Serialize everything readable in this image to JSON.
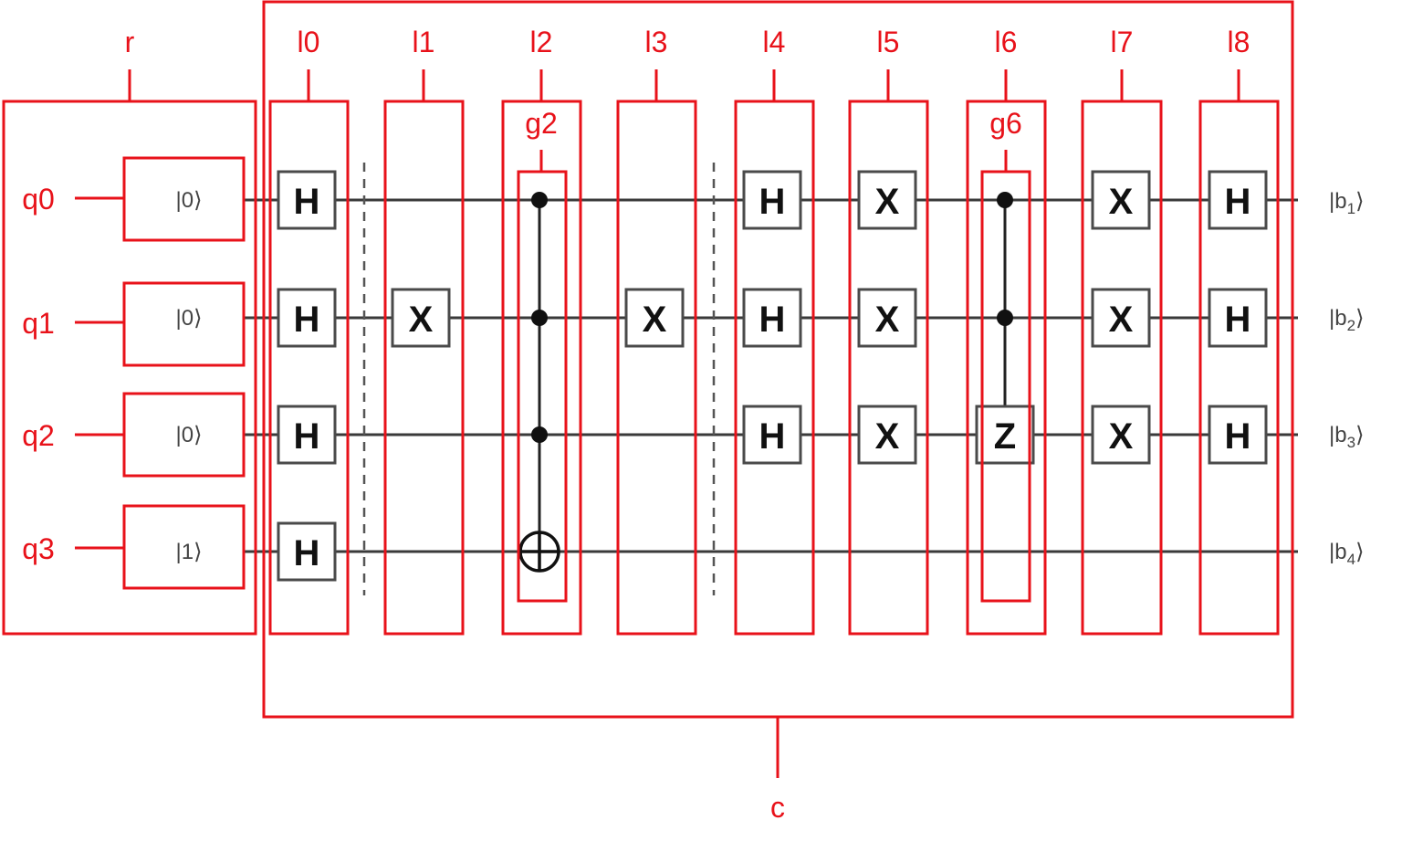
{
  "colors": {
    "annotation": "#e8121a",
    "wire": "#3a3a3a",
    "gate_border": "#4a4a4a",
    "gate_text": "#111111"
  },
  "labels": {
    "register": "r",
    "circuit": "c",
    "qubits": [
      "q0",
      "q1",
      "q2",
      "q3"
    ],
    "layers": [
      "l0",
      "l1",
      "l2",
      "l3",
      "l4",
      "l5",
      "l6",
      "l7",
      "l8"
    ],
    "groups": [
      "g2",
      "g6"
    ]
  },
  "inputs": [
    "|0⟩",
    "|0⟩",
    "|0⟩",
    "|1⟩"
  ],
  "outputs": [
    {
      "base": "|b",
      "sub": "1",
      "close": "⟩"
    },
    {
      "base": "|b",
      "sub": "2",
      "close": "⟩"
    },
    {
      "base": "|b",
      "sub": "3",
      "close": "⟩"
    },
    {
      "base": "|b",
      "sub": "4",
      "close": "⟩"
    }
  ],
  "gates": {
    "l0": [
      {
        "qubit": 0,
        "label": "H"
      },
      {
        "qubit": 1,
        "label": "H"
      },
      {
        "qubit": 2,
        "label": "H"
      },
      {
        "qubit": 3,
        "label": "H"
      }
    ],
    "l1": [
      {
        "qubit": 1,
        "label": "X"
      }
    ],
    "l2": [
      {
        "type": "multi-controlled-not",
        "controls": [
          0,
          1,
          2
        ],
        "target": 3
      }
    ],
    "l3": [
      {
        "qubit": 1,
        "label": "X"
      }
    ],
    "l4": [
      {
        "qubit": 0,
        "label": "H"
      },
      {
        "qubit": 1,
        "label": "H"
      },
      {
        "qubit": 2,
        "label": "H"
      }
    ],
    "l5": [
      {
        "qubit": 0,
        "label": "X"
      },
      {
        "qubit": 1,
        "label": "X"
      },
      {
        "qubit": 2,
        "label": "X"
      }
    ],
    "l6": [
      {
        "type": "controlled-z",
        "controls": [
          0,
          1
        ],
        "target": 2,
        "label": "Z"
      }
    ],
    "l7": [
      {
        "qubit": 0,
        "label": "X"
      },
      {
        "qubit": 1,
        "label": "X"
      },
      {
        "qubit": 2,
        "label": "X"
      }
    ],
    "l8": [
      {
        "qubit": 0,
        "label": "H"
      },
      {
        "qubit": 1,
        "label": "H"
      },
      {
        "qubit": 2,
        "label": "H"
      }
    ]
  }
}
